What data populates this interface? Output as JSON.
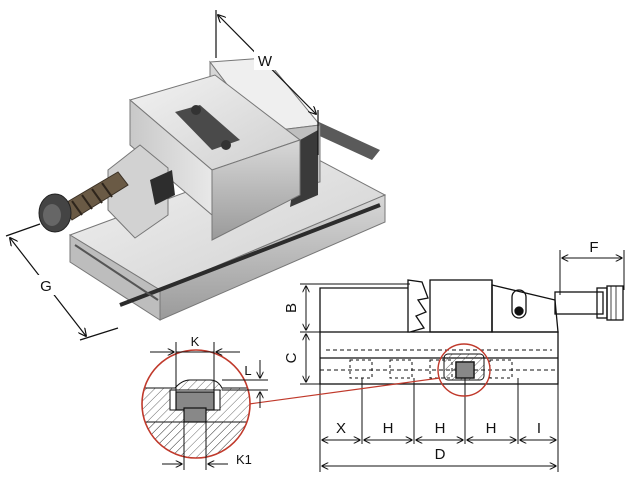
{
  "photo_dimensions": {
    "width": "W",
    "length": "G"
  },
  "side_view_dimensions": {
    "handle_offset": "F",
    "jaw_height": "B",
    "body_height": "C",
    "end_offset": "X",
    "slot_pitch": [
      "H",
      "H",
      "H"
    ],
    "end_clearance": "I",
    "overall_length": "D"
  },
  "detail_view_dimensions": {
    "key_width": "K",
    "key_depth": "L",
    "slot_width": "K1"
  },
  "colors": {
    "callout_red": "#c0392b",
    "steel_light": "#e6e6e6",
    "steel_mid": "#b4b4b4",
    "steel_dark": "#6e6e6e",
    "ink": "#111111"
  }
}
